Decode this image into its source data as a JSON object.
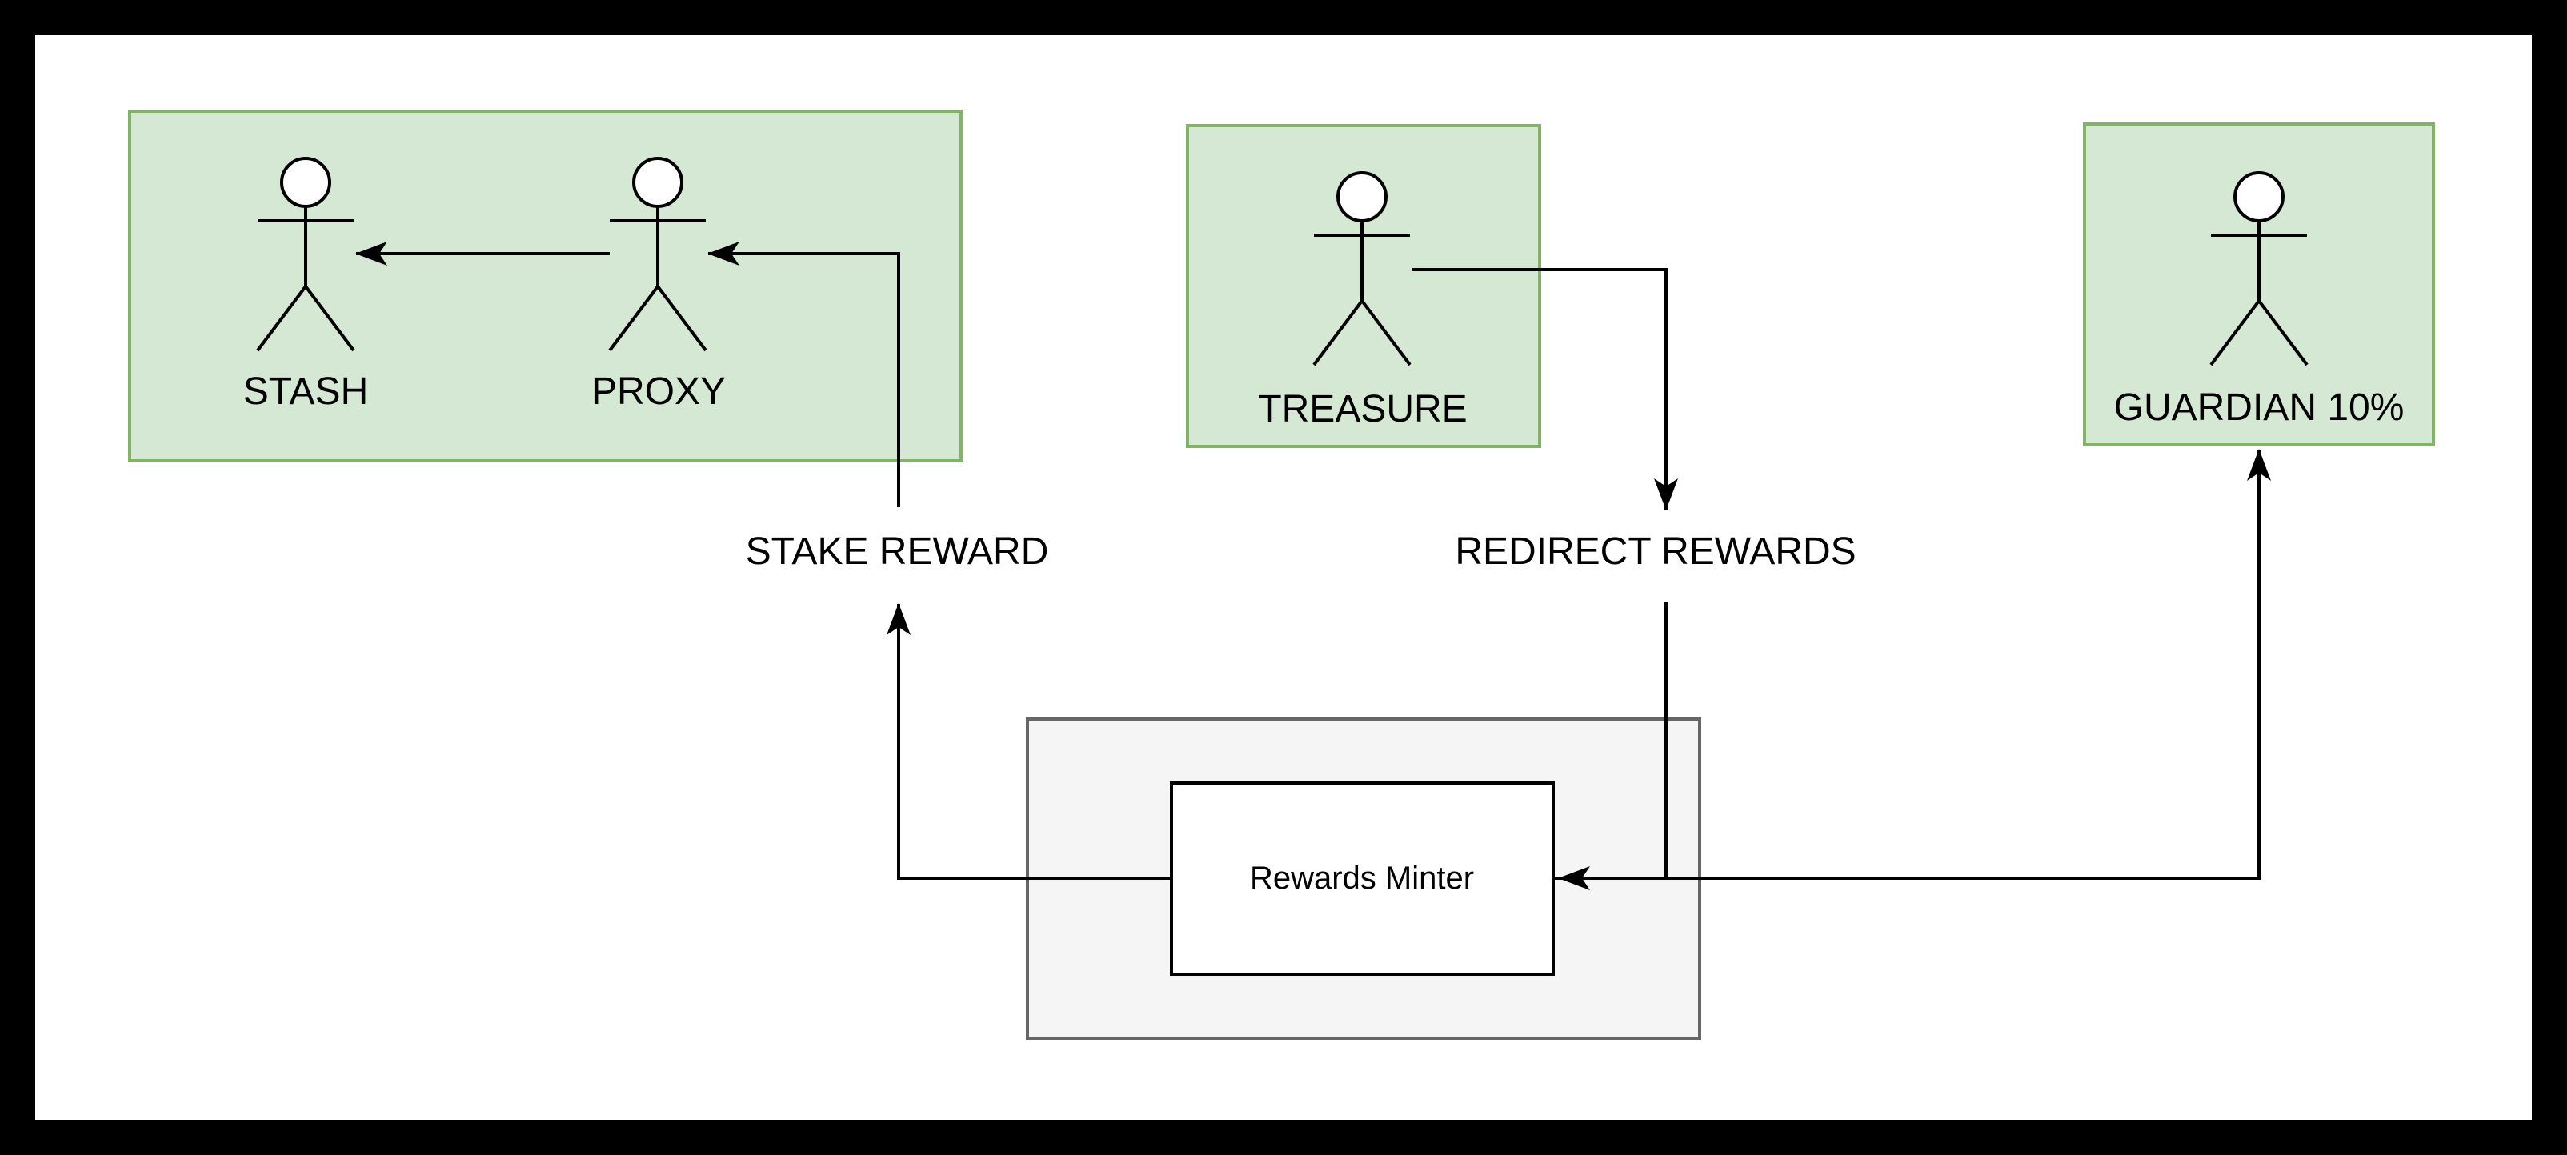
{
  "diagram": {
    "actors": [
      {
        "label": "STASH"
      },
      {
        "label": "PROXY"
      },
      {
        "label": "TREASURE"
      },
      {
        "label": "GUARDIAN 10%"
      }
    ],
    "nodes": [
      {
        "label": "Rewards Minter"
      }
    ],
    "edge_labels": [
      {
        "label": "STAKE REWARD"
      },
      {
        "label": "REDIRECT REWARDS"
      }
    ],
    "edges": [
      {
        "from": "PROXY",
        "to": "STASH"
      },
      {
        "from": "STAKE REWARD",
        "to": "PROXY"
      },
      {
        "from": "Rewards Minter",
        "to": "STAKE REWARD"
      },
      {
        "from": "TREASURE",
        "to": "REDIRECT REWARDS"
      },
      {
        "from": "REDIRECT REWARDS",
        "to": "Rewards Minter"
      },
      {
        "from": "Rewards Minter",
        "to": "GUARDIAN 10%"
      }
    ],
    "colors": {
      "actor-box-fill": "#d5e8d4",
      "actor-box-stroke": "#82b366",
      "container-fill": "#f5f5f5",
      "container-stroke": "#666666",
      "node-fill": "#ffffff",
      "node-stroke": "#000000",
      "edge": "#000000",
      "text": "#000000",
      "frame": "#000000",
      "background": "#ffffff"
    }
  }
}
